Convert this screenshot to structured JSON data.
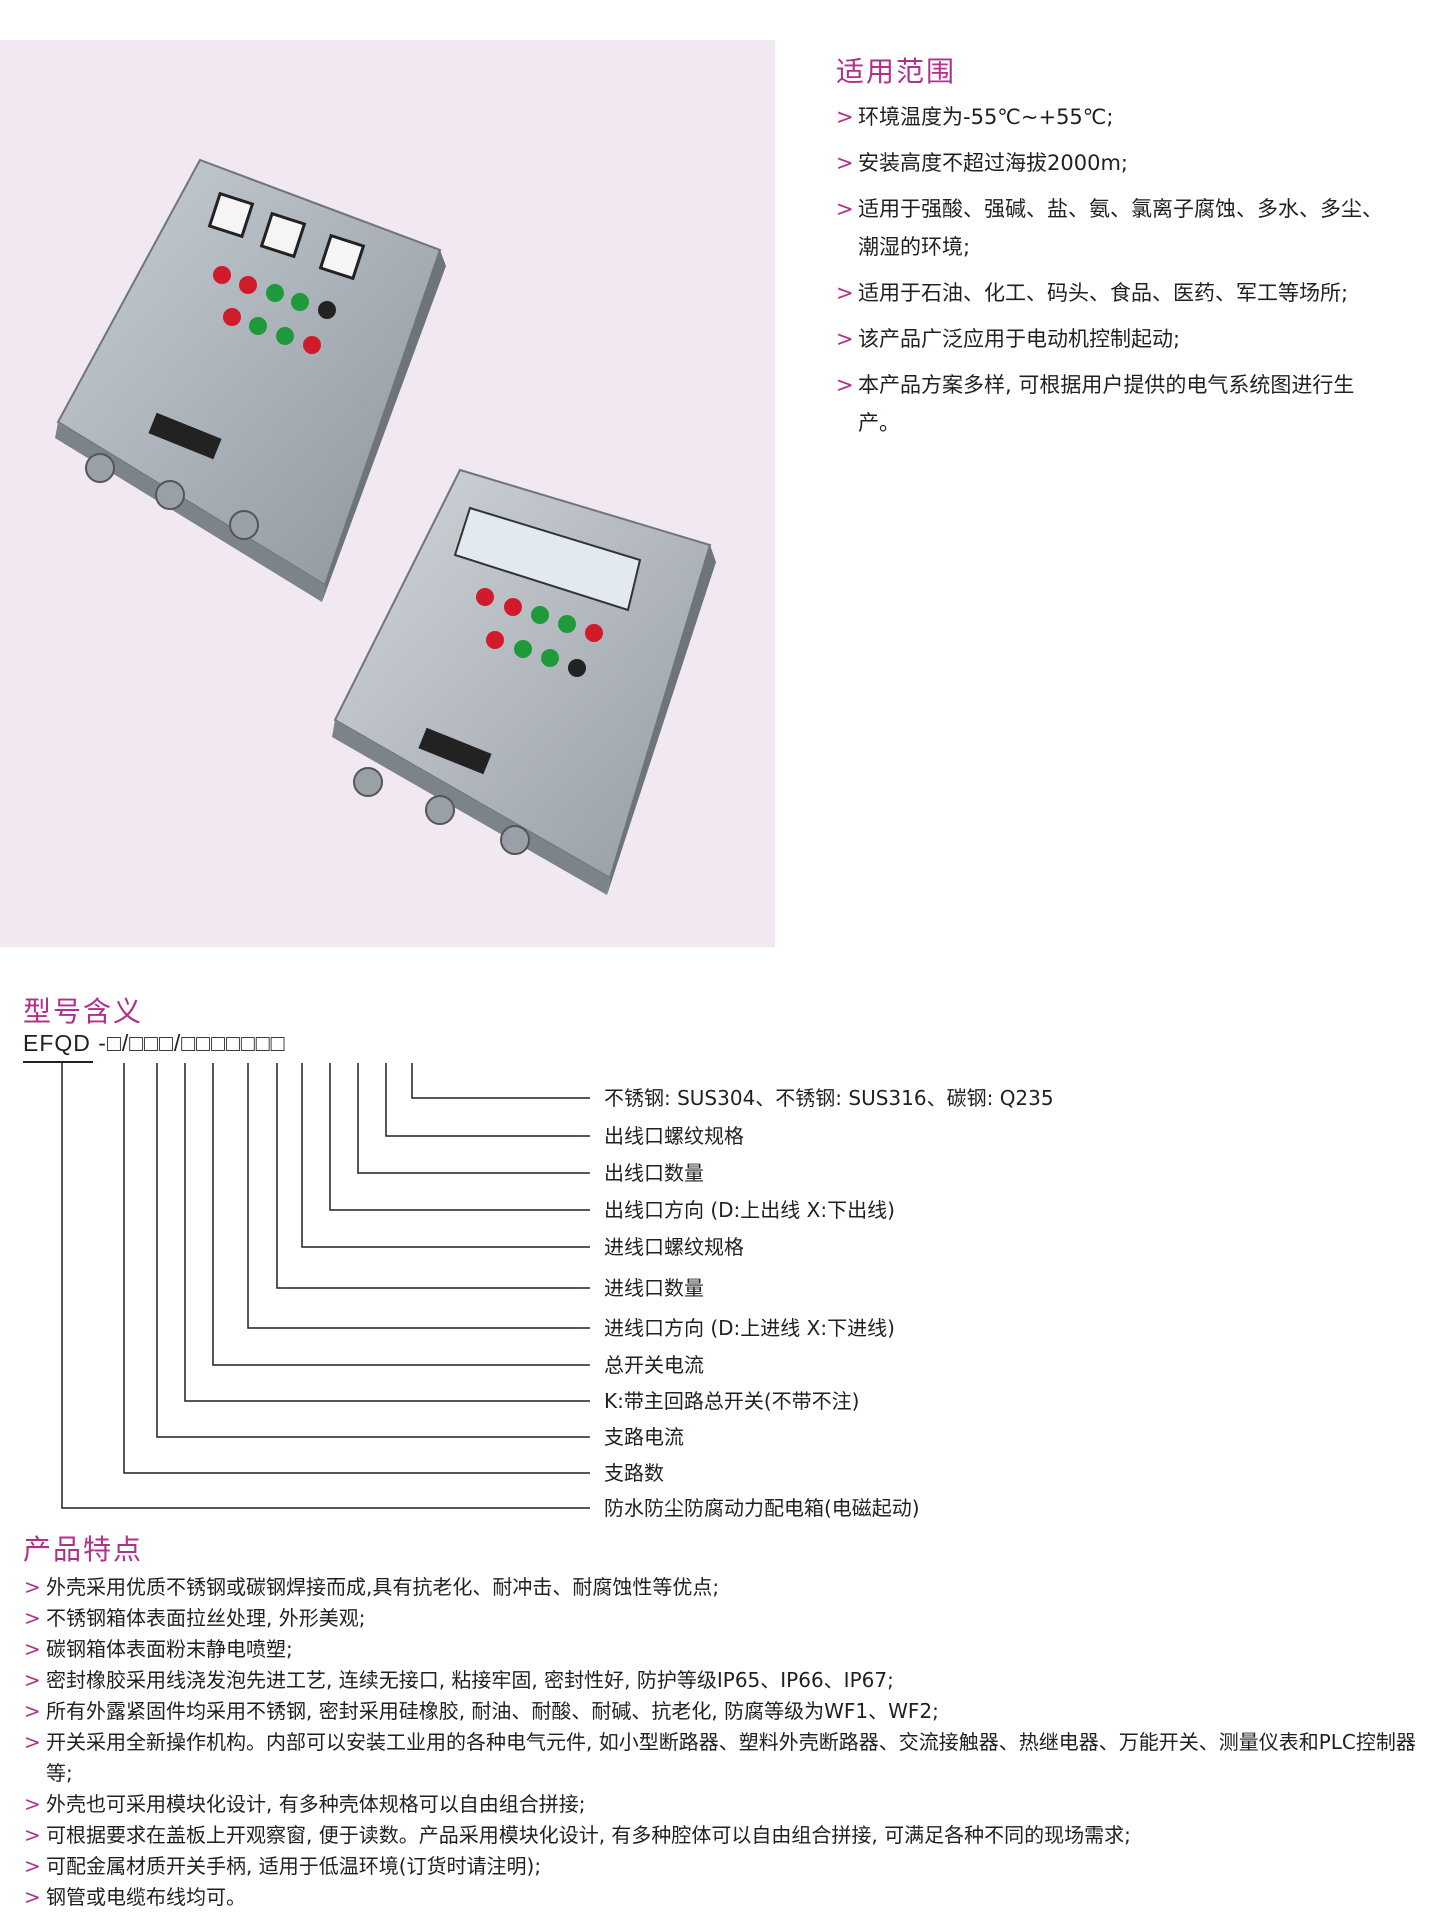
{
  "scope": {
    "title": "适用范围",
    "items": [
      "环境温度为-55℃~+55℃;",
      "安装高度不超过海拔2000m;",
      "适用于强酸、强碱、盐、氨、氯离子腐蚀、多水、多尘、潮湿的环境;",
      "适用于石油、化工、码头、食品、医药、军工等场所;",
      " 该产品广泛应用于电动机控制起动;",
      "本产品方案多样, 可根据用户提供的电气系统图进行生产。"
    ]
  },
  "model": {
    "title": "型号含义",
    "code": "EFQD -□/□□□/□□□□□□□",
    "labels": [
      "不锈钢: SUS304、不锈钢: SUS316、碳钢: Q235",
      "出线口螺纹规格",
      "出线口数量",
      "出线口方向 (D:上出线  X:下出线)",
      "进线口螺纹规格",
      "进线口数量",
      "进线口方向 (D:上进线  X:下进线)",
      "总开关电流",
      "K:带主回路总开关(不带不注)",
      "支路电流",
      "支路数",
      "防水防尘防腐动力配电箱(电磁起动)"
    ]
  },
  "features": {
    "title": "产品特点",
    "items": [
      "外壳采用优质不锈钢或碳钢焊接而成,具有抗老化、耐冲击、耐腐蚀性等优点;",
      "不锈钢箱体表面拉丝处理, 外形美观;",
      "碳钢箱体表面粉末静电喷塑;",
      "密封橡胶采用线浇发泡先进工艺, 连续无接口, 粘接牢固, 密封性好, 防护等级IP65、IP66、IP67;",
      "所有外露紧固件均采用不锈钢, 密封采用硅橡胶, 耐油、耐酸、耐碱、抗老化, 防腐等级为WF1、WF2;",
      "开关采用全新操作机构。内部可以安装工业用的各种电气元件, 如小型断路器、塑料外壳断路器、交流接触器、热继电器、万能开关、测量仪表和PLC控制器等;",
      "外壳也可采用模块化设计, 有多种壳体规格可以自由组合拼接;",
      "可根据要求在盖板上开观察窗, 便于读数。产品采用模块化设计, 有多种腔体可以自由组合拼接, 可满足各种不同的现场需求;",
      "可配金属材质开关手柄, 适用于低温环境(订货时请注明);",
      "钢管或电缆布线均可。"
    ]
  },
  "colors": {
    "accent": "#b0308a",
    "panel": "#f1e8f1"
  }
}
